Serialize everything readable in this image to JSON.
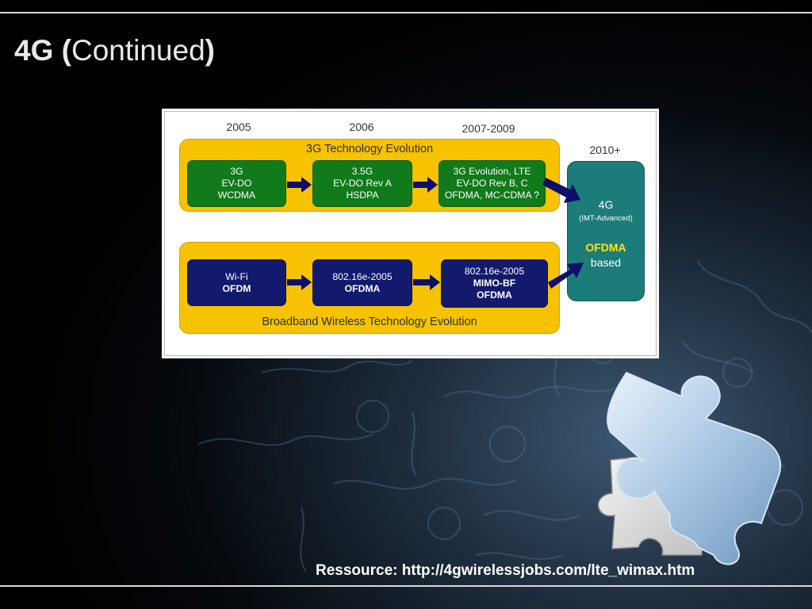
{
  "slide": {
    "title_bold_prefix": "4G (",
    "title_light": "Continued",
    "title_bold_suffix": ")",
    "source": "Ressource: http://4gwirelessjobs.com/lte_wimax.htm"
  },
  "diagram": {
    "years": [
      "2005",
      "2006",
      "2007-2009",
      "2010+"
    ],
    "top_band_label": "3G Technology Evolution",
    "bottom_band_label": "Broadband Wireless Technology Evolution",
    "top_boxes": [
      {
        "line1": "3G",
        "line2": "EV-DO",
        "line3": "WCDMA"
      },
      {
        "line1": "3.5G",
        "line2": "EV-DO Rev A",
        "line3": "HSDPA"
      },
      {
        "line1": "3G Evolution, LTE",
        "line2": "EV-DO Rev B, C",
        "line3": "OFDMA, MC-CDMA ?"
      }
    ],
    "bottom_boxes": [
      {
        "line1": "Wi-Fi",
        "line2": "OFDM"
      },
      {
        "line1": "802.16e-2005",
        "line2": "OFDMA"
      },
      {
        "line1": "802.16e-2005",
        "line2": "MIMO-BF",
        "line3": "OFDMA"
      }
    ],
    "target": {
      "title": "4G",
      "subtitle": "(IMT-Advanced)",
      "highlight": "OFDMA",
      "suffix": "based"
    },
    "colors": {
      "band": "#f7c200",
      "green_box": "#117a1a",
      "navy_box": "#131a6e",
      "target_box": "#1c7c7a",
      "arrow": "#0d0f6b",
      "highlight_text": "#ffe31a"
    }
  }
}
